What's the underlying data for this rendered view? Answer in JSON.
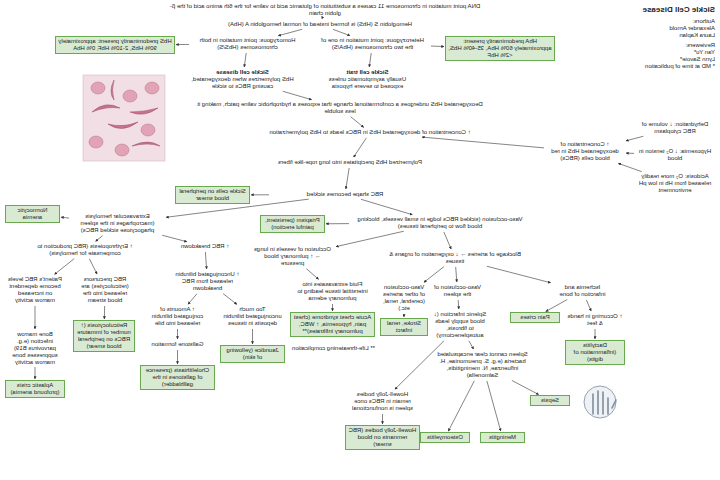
{
  "diagram": {
    "title": "Sickle Cell Disease",
    "nodes": [
      {
        "text": [
          "DNA point mutation in chromosome 11 causes a substitution of glutamic acid to valine for the 6th amino acid of the β-globin chain"
        ]
      },
      {
        "text": [
          "Hemoglobin S (HbS) is formed instead of normal hemoglobin A (HbA)"
        ]
      },
      {
        "text": [
          "HbA predominantly present: approximately 60% HbA, 35-40% HbS, <2% HbF"
        ]
      },
      {
        "text": [
          "Heterozygous: point mutation in one of the two chromosomes (HbA/S)"
        ]
      },
      {
        "text": [
          "Homozygous: point mutation in both chromosomes (HbS/S)"
        ]
      },
      {
        "text": [
          "HbS predominantly present: approximately 90% HbS, 2-10% HbF, 0% HbA"
        ]
      },
      {
        "text": [
          "Sickle cell trait",
          "Usually asymptomatic unless exposed to severe hypoxia"
        ]
      },
      {
        "text": [
          "Sickle cell disease",
          "HbS polymerizes when deoxygenated, causing RBCs to sickle"
        ]
      },
      {
        "text": [
          "Deoxygenated HbS undergoes a conformational change that exposes a hydrophobic valine patch, making it less soluble"
        ]
      },
      {
        "text": [
          "Dehydration: ↓ volume of RBC cytoplasm"
        ]
      },
      {
        "text": [
          "↑ Concentration of deoxygenated HbS in RBCs leads to HbS polymerization"
        ]
      },
      {
        "text": [
          "↑ Concentration of deoxygenated HbS in red blood cells (RBCs)"
        ]
      },
      {
        "text": [
          "Hypoxemia: ↓ O₂ tension in blood"
        ]
      },
      {
        "text": [
          "Acidosis: O₂ more readily released from Hb in low pH environment"
        ]
      },
      {
        "text": [
          "Polymerized HbS precipitates into long rope-like fibers"
        ]
      },
      {
        "text": [
          "RBC shape becomes sickled"
        ]
      },
      {
        "text": [
          "Sickle cells on peripheral blood smear"
        ]
      },
      {
        "text": [
          "Vaso-occlusion (sickled RBCs lodge in small vessels, blocking blood flow to peripheral tissues)"
        ]
      },
      {
        "text": [
          "Priapism (persistent, painful erection)"
        ]
      },
      {
        "text": [
          "Extravascular hemolysis (macrophages in the spleen phagocytose sickled RBCs)"
        ]
      },
      {
        "text": [
          "Normocytic anemia"
        ]
      },
      {
        "text": [
          "Blockage of arteries → ↓ oxygenation of organs & tissues"
        ]
      },
      {
        "text": [
          "Occlusion of vessels in lungs → ↑ pulmonary blood pressure"
        ]
      },
      {
        "text": [
          "↑ RBC breakdown"
        ]
      },
      {
        "text": [
          "↑ Erythropoiesis (RBC production to compensate for hemolysis)"
        ]
      },
      {
        "text": [
          "Ischemia and infarction of bone"
        ]
      },
      {
        "text": [
          "Vaso-occlusion of the spleen"
        ]
      },
      {
        "text": [
          "Vaso-occlusion of other arteries (cerebral, renal, etc.)"
        ]
      },
      {
        "text": [
          "Fluid extravasates into interstitial tissue leading to pulmonary edema"
        ]
      },
      {
        "text": [
          "↑ Unconjugated bilirubin released from RBC breakdown"
        ]
      },
      {
        "text": [
          "RBC precursors (reticulocytes) are released into the blood stream"
        ]
      },
      {
        "text": [
          "Patient's RBC levels become dependent on increased marrow activity"
        ]
      },
      {
        "text": [
          "Pain crises"
        ]
      },
      {
        "text": [
          "↑ Occurring in hands & feet"
        ]
      },
      {
        "text": [
          "Splenic infarction (↓ blood supply leads to fibrosis, autosplenectomy)"
        ]
      },
      {
        "text": [
          "Stroke, renal infarct"
        ]
      },
      {
        "text": [
          "Acute chest syndrome (chest pain, hypoxemia, ↑ WBC, pulmonary infiltrates)**"
        ]
      },
      {
        "text": [
          "Too much unconjugated bilirubin deposits in tissues"
        ]
      },
      {
        "text": [
          "↑ Amounts of conjugated bilirubin released into bile"
        ]
      },
      {
        "text": [
          "Reticulocytosis (↑ number of immature RBCs on peripheral blood smear)"
        ]
      },
      {
        "text": [
          "Bone marrow infection (e.g. parvovirus B19) suppresses bone marrow activity"
        ]
      },
      {
        "text": [
          "Dactylitis (inflammation of digits)"
        ]
      },
      {
        "text": [
          "Spleen cannot clear encapsulated bacteria (e.g. S. pneumoniae, H. influenzae, N. meningitidis, Salmonella)"
        ]
      },
      {
        "text": [
          "Jaundice (yellowing of skin)"
        ]
      },
      {
        "text": [
          "Gallstone formation"
        ]
      },
      {
        "text": [
          "Cholelithiasis (presence of gallstones in the gallbladder)"
        ]
      },
      {
        "text": [
          "Aplastic crisis (profound anemia)"
        ]
      },
      {
        "text": [
          "Howell-Jolly bodies remain in RBCs once spleen is nonfunctional"
        ]
      },
      {
        "text": [
          "Sepsis"
        ]
      },
      {
        "text": [
          "Howell-Jolly bodies (RBC remnants on blood smear)"
        ]
      },
      {
        "text": [
          "Meningitis"
        ]
      },
      {
        "text": [
          "Osteomyelitis"
        ]
      }
    ],
    "edges": [
      {
        "from": 0,
        "to": 1,
        "arrow": "to"
      },
      {
        "from": 1,
        "to": 3,
        "arrow": "to"
      },
      {
        "from": 1,
        "to": 4,
        "arrow": "to"
      },
      {
        "from": 3,
        "to": 2,
        "arrow": "to"
      },
      {
        "from": 4,
        "to": 5,
        "arrow": "to"
      },
      {
        "from": 3,
        "to": 6,
        "arrow": "to"
      },
      {
        "from": 4,
        "to": 7,
        "arrow": "to"
      },
      {
        "from": 7,
        "to": 8,
        "arrow": "to"
      },
      {
        "from": 8,
        "to": 10,
        "arrow": "to"
      },
      {
        "from": 9,
        "to": 11,
        "arrow": "to"
      },
      {
        "from": 12,
        "to": 11,
        "arrow": "to"
      },
      {
        "from": 13,
        "to": 11,
        "arrow": "to"
      },
      {
        "from": 11,
        "to": 10,
        "arrow": "to"
      },
      {
        "from": 10,
        "to": 14,
        "arrow": "to"
      },
      {
        "from": 14,
        "to": 15,
        "arrow": "to"
      },
      {
        "from": 15,
        "to": 16,
        "arrow": "to"
      },
      {
        "from": 15,
        "to": 17,
        "arrow": "to"
      },
      {
        "from": 15,
        "to": 19,
        "arrow": "to"
      },
      {
        "from": 19,
        "to": 20,
        "arrow": "to"
      },
      {
        "from": 17,
        "to": 18,
        "arrow": "to"
      },
      {
        "from": 17,
        "to": 21,
        "arrow": "to"
      },
      {
        "from": 17,
        "to": 22,
        "arrow": "to"
      },
      {
        "from": 22,
        "to": 28,
        "arrow": "to"
      },
      {
        "from": 28,
        "to": 36,
        "arrow": "to"
      },
      {
        "from": 21,
        "to": 25,
        "arrow": "to"
      },
      {
        "from": 21,
        "to": 26,
        "arrow": "to"
      },
      {
        "from": 21,
        "to": 27,
        "arrow": "to"
      },
      {
        "from": 25,
        "to": 32,
        "arrow": "to"
      },
      {
        "from": 25,
        "to": 33,
        "arrow": "to"
      },
      {
        "from": 33,
        "to": 41,
        "arrow": "to"
      },
      {
        "from": 26,
        "to": 34,
        "arrow": "to"
      },
      {
        "from": 27,
        "to": 35,
        "arrow": "to"
      },
      {
        "from": 34,
        "to": 42,
        "arrow": "to"
      },
      {
        "from": 34,
        "to": 47,
        "arrow": "to"
      },
      {
        "from": 42,
        "to": 48,
        "arrow": "to"
      },
      {
        "from": 42,
        "to": 50,
        "arrow": "to"
      },
      {
        "from": 42,
        "to": 51,
        "arrow": "to"
      },
      {
        "from": 47,
        "to": 49,
        "arrow": "to"
      },
      {
        "from": 19,
        "to": 23,
        "arrow": "to"
      },
      {
        "from": 19,
        "to": 24,
        "arrow": "to"
      },
      {
        "from": 23,
        "to": 29,
        "arrow": "to"
      },
      {
        "from": 29,
        "to": 37,
        "arrow": "to"
      },
      {
        "from": 29,
        "to": 38,
        "arrow": "to"
      },
      {
        "from": 37,
        "to": 43,
        "arrow": "to"
      },
      {
        "from": 38,
        "to": 44,
        "arrow": "to"
      },
      {
        "from": 44,
        "to": 45,
        "arrow": "to"
      },
      {
        "from": 24,
        "to": 30,
        "arrow": "to"
      },
      {
        "from": 24,
        "to": 31,
        "arrow": "to"
      },
      {
        "from": 30,
        "to": 39,
        "arrow": "to"
      },
      {
        "from": 31,
        "to": 40,
        "arrow": "to"
      },
      {
        "from": 40,
        "to": 46,
        "arrow": "to"
      }
    ],
    "labels": [
      "Authors:",
      "Alexander Arnold",
      "Laura Kaplan",
      "Reviewers:",
      "Yan Yu*",
      "Lynn Savoie*",
      "* MD at time of publication",
      "** Life-threatening complication"
    ]
  }
}
